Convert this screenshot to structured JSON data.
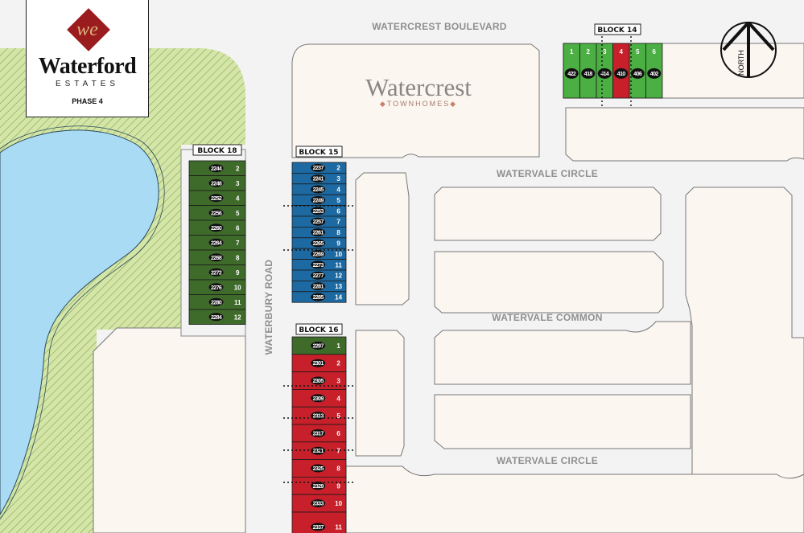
{
  "logo": {
    "monogram": "we",
    "brand": "Waterford",
    "sub": "ESTATES",
    "phase": "PHASE 4"
  },
  "townhomes": {
    "name": "Watercrest",
    "sub": "TOWNHOMES"
  },
  "roads": {
    "boulevard": "WATERCREST BOULEVARD",
    "circle_north": "WATERVALE CIRCLE",
    "common": "WATERVALE COMMON",
    "circle_south": "WATERVALE CIRCLE",
    "waterbury": "WATERBURY ROAD"
  },
  "compass": {
    "label": "NORTH"
  },
  "legend_colors": {
    "available_green": "#4caf43",
    "available_dark_green": "#3f6b2a",
    "sold_red": "#c8202a",
    "blue_block": "#1d6aa3",
    "water": "#a9dbf5",
    "park": "#d3e6a5",
    "parcel": "#fcf6f1",
    "road": "#f3f3f3"
  },
  "blocks": {
    "block14": {
      "label": "BLOCK 14",
      "lots": [
        {
          "lot": "1",
          "address": "422",
          "status": "available"
        },
        {
          "lot": "2",
          "address": "418",
          "status": "available"
        },
        {
          "lot": "3",
          "address": "414",
          "status": "available"
        },
        {
          "lot": "4",
          "address": "410",
          "status": "sold"
        },
        {
          "lot": "5",
          "address": "406",
          "status": "available"
        },
        {
          "lot": "6",
          "address": "402",
          "status": "available"
        }
      ]
    },
    "block18": {
      "label": "BLOCK 18",
      "lots": [
        {
          "lot": "2",
          "address": "2244",
          "status": "available"
        },
        {
          "lot": "3",
          "address": "2248",
          "status": "available"
        },
        {
          "lot": "4",
          "address": "2252",
          "status": "available"
        },
        {
          "lot": "5",
          "address": "2256",
          "status": "available"
        },
        {
          "lot": "6",
          "address": "2260",
          "status": "available"
        },
        {
          "lot": "7",
          "address": "2264",
          "status": "available"
        },
        {
          "lot": "8",
          "address": "2268",
          "status": "available"
        },
        {
          "lot": "9",
          "address": "2272",
          "status": "available"
        },
        {
          "lot": "10",
          "address": "2276",
          "status": "available"
        },
        {
          "lot": "11",
          "address": "2280",
          "status": "available"
        },
        {
          "lot": "12",
          "address": "2284",
          "status": "available"
        }
      ]
    },
    "block15": {
      "label": "BLOCK 15",
      "lots": [
        {
          "lot": "2",
          "address": "2237",
          "status": "blue"
        },
        {
          "lot": "3",
          "address": "2241",
          "status": "blue"
        },
        {
          "lot": "4",
          "address": "2245",
          "status": "blue"
        },
        {
          "lot": "5",
          "address": "2249",
          "status": "blue"
        },
        {
          "lot": "6",
          "address": "2253",
          "status": "blue"
        },
        {
          "lot": "7",
          "address": "2257",
          "status": "blue"
        },
        {
          "lot": "8",
          "address": "2261",
          "status": "blue"
        },
        {
          "lot": "9",
          "address": "2265",
          "status": "blue"
        },
        {
          "lot": "10",
          "address": "2269",
          "status": "blue"
        },
        {
          "lot": "11",
          "address": "2273",
          "status": "blue"
        },
        {
          "lot": "12",
          "address": "2277",
          "status": "blue"
        },
        {
          "lot": "13",
          "address": "2281",
          "status": "blue"
        },
        {
          "lot": "14",
          "address": "2285",
          "status": "blue"
        }
      ]
    },
    "block16": {
      "label": "BLOCK 16",
      "lots": [
        {
          "lot": "1",
          "address": "2297",
          "status": "available"
        },
        {
          "lot": "2",
          "address": "2301",
          "status": "sold"
        },
        {
          "lot": "3",
          "address": "2305",
          "status": "sold"
        },
        {
          "lot": "4",
          "address": "2309",
          "status": "sold"
        },
        {
          "lot": "5",
          "address": "2313",
          "status": "sold"
        },
        {
          "lot": "6",
          "address": "2317",
          "status": "sold"
        },
        {
          "lot": "7",
          "address": "2321",
          "status": "sold"
        },
        {
          "lot": "8",
          "address": "2325",
          "status": "sold"
        },
        {
          "lot": "9",
          "address": "2329",
          "status": "sold"
        },
        {
          "lot": "10",
          "address": "2333",
          "status": "sold"
        },
        {
          "lot": "11",
          "address": "2337",
          "status": "sold"
        }
      ]
    }
  }
}
